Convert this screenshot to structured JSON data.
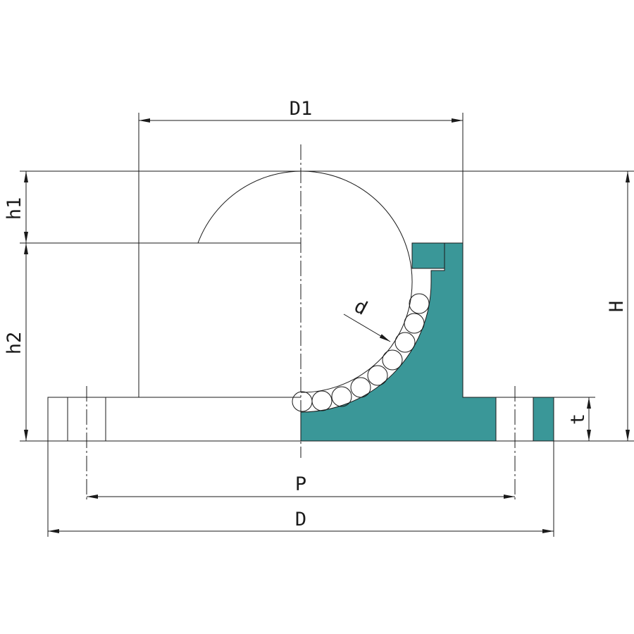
{
  "diagram": {
    "section_color": "#3a9798",
    "line_color": "#1a1a1a",
    "labels": {
      "D1": "D1",
      "h1": "h1",
      "h2": "h2",
      "H": "H",
      "d": "d",
      "t": "t",
      "P": "P",
      "D": "D"
    }
  }
}
